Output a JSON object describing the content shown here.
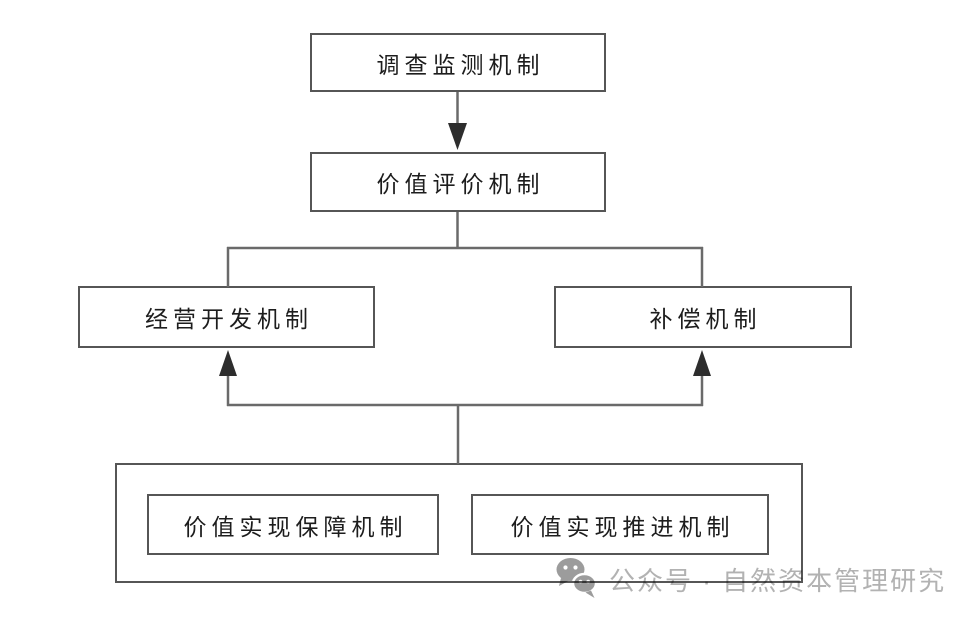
{
  "diagram": {
    "type": "flowchart",
    "nodes": {
      "survey": {
        "label": "调查监测机制"
      },
      "evaluation": {
        "label": "价值评价机制"
      },
      "operation": {
        "label": "经营开发机制"
      },
      "compensation": {
        "label": "补偿机制"
      },
      "guarantee": {
        "label": "价值实现保障机制"
      },
      "promotion": {
        "label": "价值实现推进机制"
      }
    },
    "edges": [
      {
        "from": "survey",
        "to": "evaluation",
        "arrow": true
      },
      {
        "from": "evaluation",
        "to": "operation",
        "arrow": false
      },
      {
        "from": "evaluation",
        "to": "compensation",
        "arrow": false
      },
      {
        "from": "realization-group",
        "to": "operation",
        "arrow": true
      },
      {
        "from": "realization-group",
        "to": "compensation",
        "arrow": true
      }
    ],
    "colors": {
      "box_border": "#565656",
      "connector": "#6a6a6a",
      "arrowhead": "#2d2d2d",
      "node_text": "#1d1d1d",
      "background": "#ffffff"
    }
  },
  "watermark": {
    "text": "公众号 · 自然资本管理研究",
    "icon": "wechat-icon",
    "color": "#b2b2b2"
  }
}
